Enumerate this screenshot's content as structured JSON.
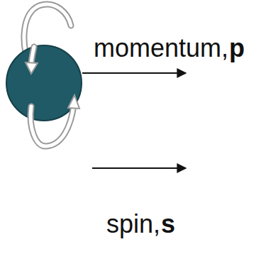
{
  "diagram": {
    "labels": [
      "momentum,",
      "p",
      "spin,",
      "s"
    ]
  }
}
